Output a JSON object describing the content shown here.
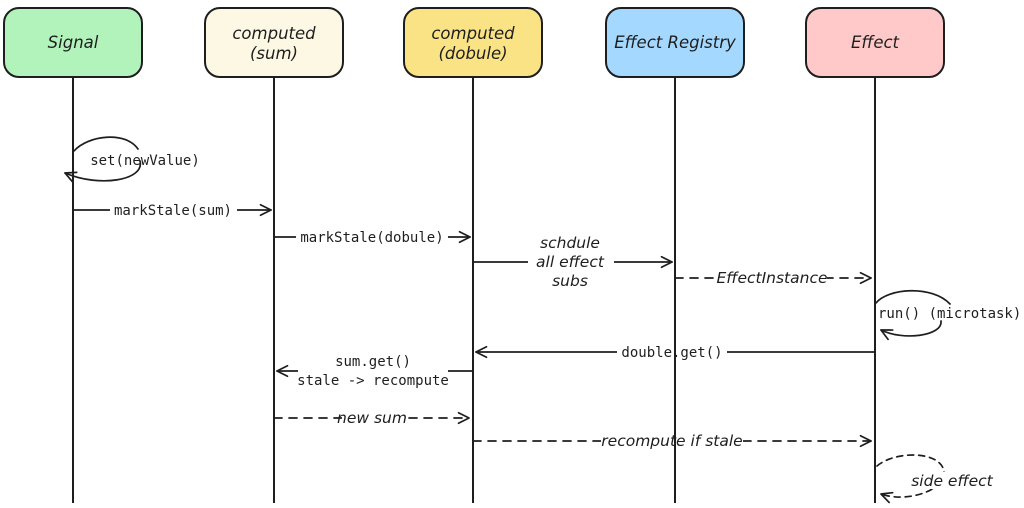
{
  "colors": {
    "stroke": "#1e1e1e",
    "background": "#ffffff",
    "signal_fill": "#b2f2bb",
    "computed_sum_fill": "#fdf8e3",
    "computed_dobule_fill": "#f9e385",
    "effect_registry_fill": "#a5d8ff",
    "effect_fill": "#ffc9c9"
  },
  "actors": {
    "signal": {
      "label": "Signal"
    },
    "computed_sum": {
      "line1": "computed",
      "line2": "(sum)"
    },
    "computed_dobule": {
      "line1": "computed",
      "line2": "(dobule)"
    },
    "effect_registry": {
      "label": "Effect Registry"
    },
    "effect": {
      "label": "Effect"
    }
  },
  "messages": {
    "set_newvalue": {
      "label": "set(newValue)"
    },
    "markstale_sum": {
      "label": "markStale(sum)"
    },
    "markstale_dobule": {
      "label": "markStale(dobule)"
    },
    "schedule_effects": {
      "line1": "schdule",
      "line2": "all effect",
      "line3": "subs"
    },
    "effect_instance": {
      "label": "EffectInstance"
    },
    "run_microtask": {
      "label": "run() (microtask)"
    },
    "double_get": {
      "label": "double.get()"
    },
    "sum_get": {
      "line1": "sum.get()",
      "line2": "stale -> recompute"
    },
    "new_sum": {
      "label": "new sum"
    },
    "recompute_if_stale": {
      "label": "recompute if stale"
    },
    "side_effect": {
      "label": "side effect"
    }
  }
}
